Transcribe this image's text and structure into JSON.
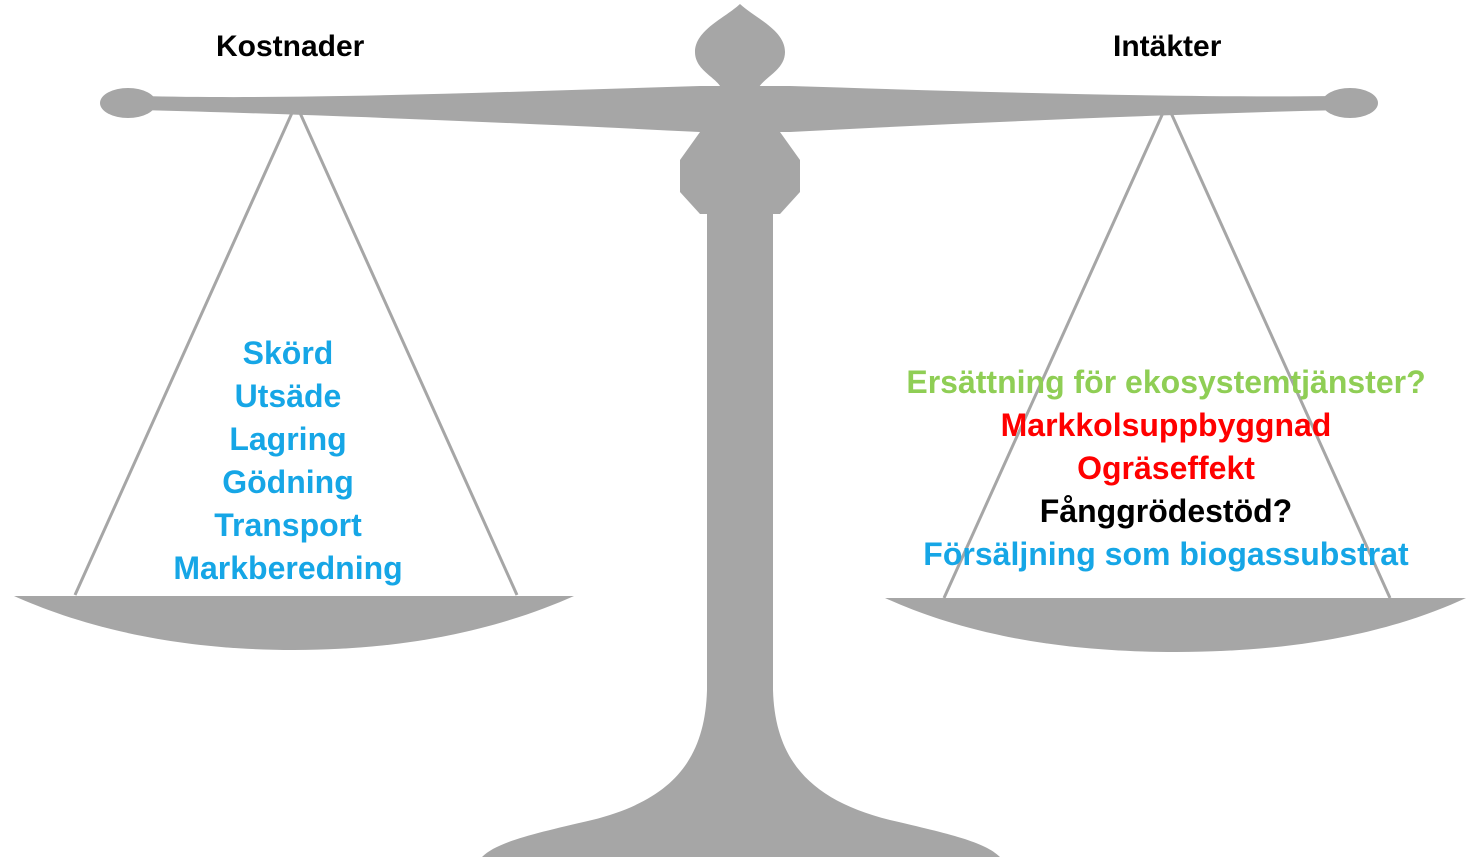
{
  "colors": {
    "scale_gray": "#a6a6a6",
    "pan_string_gray": "#a0a0a0",
    "cost_blue": "#16a6e6",
    "green": "#8fce55",
    "red": "#ff0000",
    "black": "#000000",
    "blue": "#16a6e6"
  },
  "left_pan": {
    "heading": "Kostnader",
    "items": [
      {
        "text": "Skörd",
        "color": "#16a6e6"
      },
      {
        "text": "Utsäde",
        "color": "#16a6e6"
      },
      {
        "text": "Lagring",
        "color": "#16a6e6"
      },
      {
        "text": "Gödning",
        "color": "#16a6e6"
      },
      {
        "text": "Transport",
        "color": "#16a6e6"
      },
      {
        "text": "Markberedning",
        "color": "#16a6e6"
      }
    ]
  },
  "right_pan": {
    "heading": "Intäkter",
    "items": [
      {
        "text": "Ersättning för ekosystemtjänster?",
        "color": "#8fce55"
      },
      {
        "text": "Markkolsuppbyggnad",
        "color": "#ff0000"
      },
      {
        "text": "Ogräseffekt",
        "color": "#ff0000"
      },
      {
        "text": "Fånggrödestöd?",
        "color": "#000000"
      },
      {
        "text": "Försäljning som biogassubstrat",
        "color": "#16a6e6"
      }
    ]
  }
}
